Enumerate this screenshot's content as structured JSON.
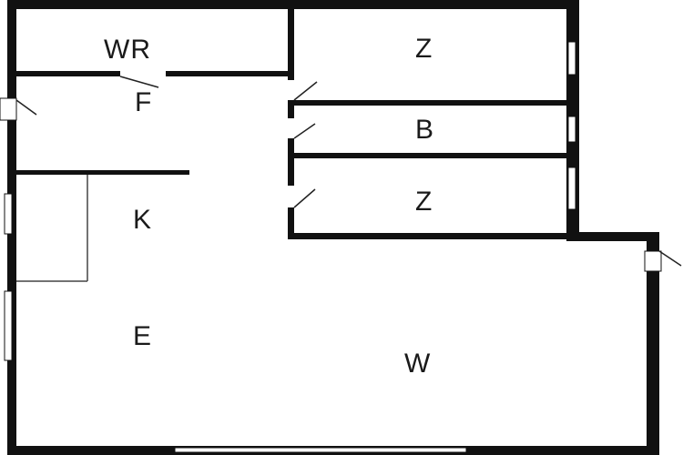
{
  "floor_plan": {
    "rooms": {
      "wr": "WR",
      "f": "F",
      "z_top": "Z",
      "b": "B",
      "z_bottom": "Z",
      "k": "K",
      "e": "E",
      "w": "W"
    },
    "colors": {
      "wall": "#111111",
      "thin_wall": "#333333",
      "floor": "#ffffff",
      "window": "#ffffff",
      "door_swing": "#222222"
    }
  }
}
